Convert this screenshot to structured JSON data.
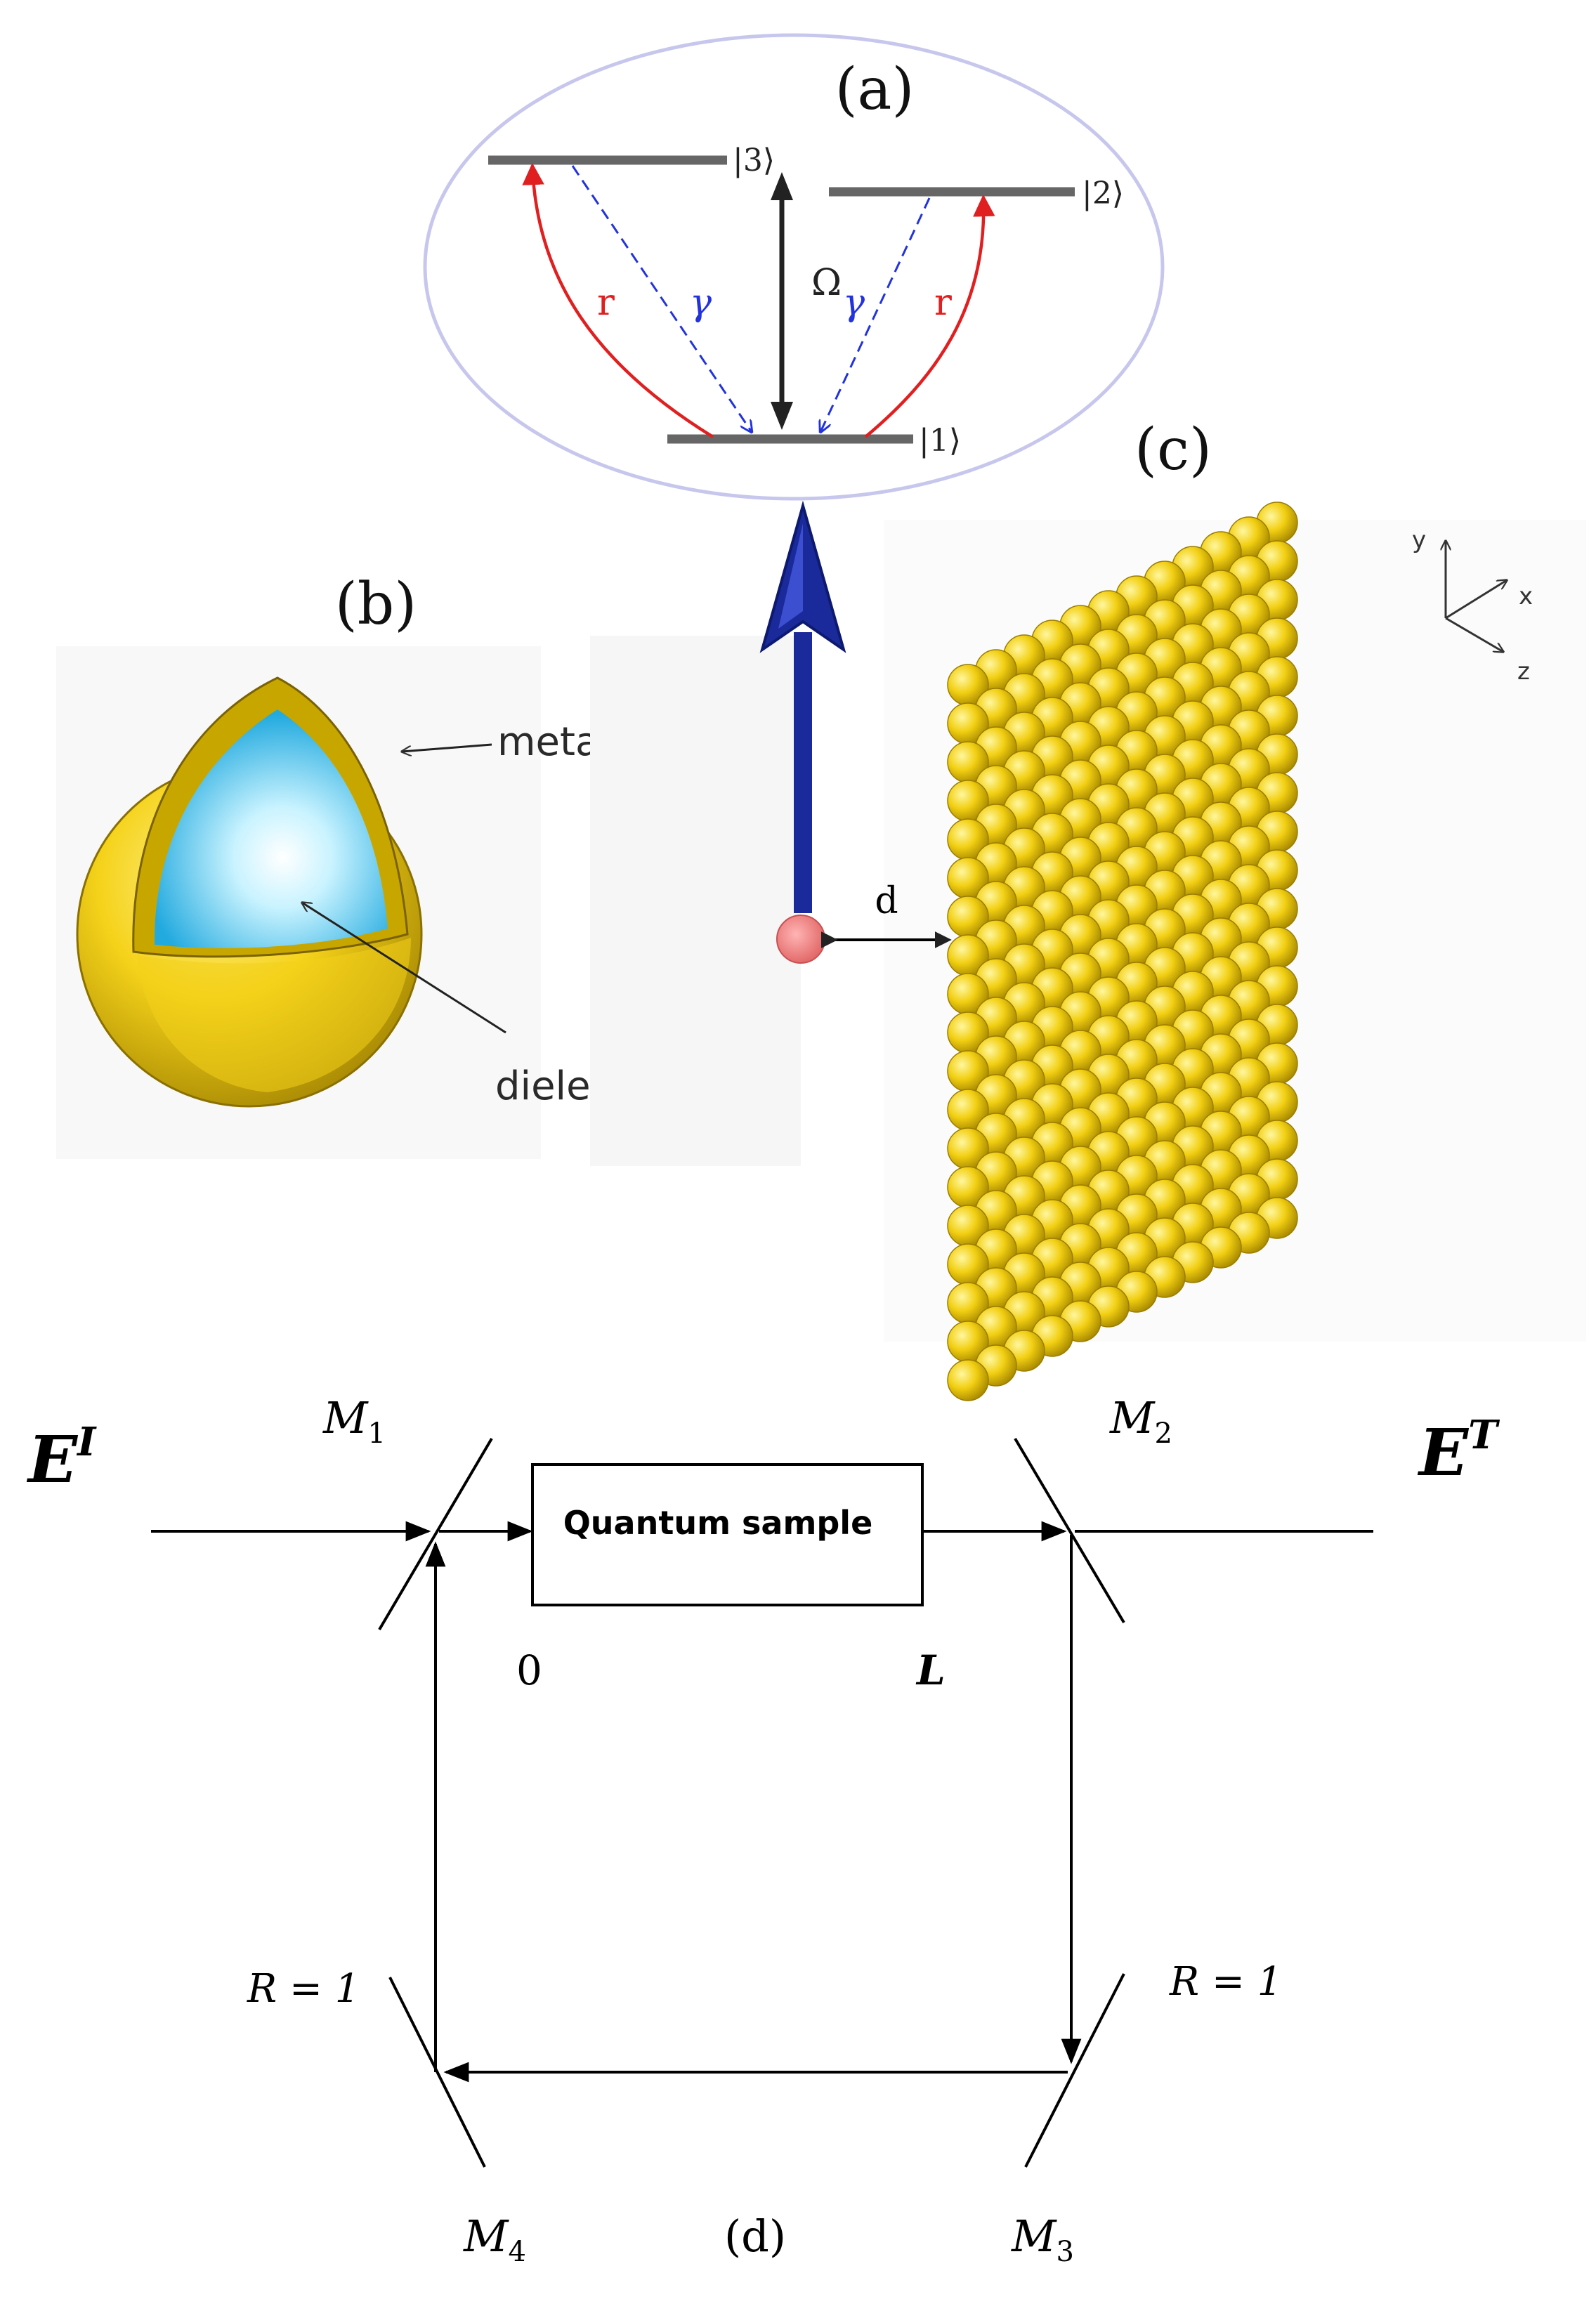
{
  "panels": {
    "a": {
      "label": "(a)",
      "levels": {
        "three": "|3⟩",
        "two": "|2⟩",
        "one": "|1⟩"
      },
      "omega": "Ω",
      "r_left": "r",
      "r_right": "r",
      "gamma_left": "γ",
      "gamma_right": "γ"
    },
    "b": {
      "label": "(b)",
      "shell_label": "metallic shell",
      "core_label": "dielectric core"
    },
    "c": {
      "label": "(c)",
      "distance": "d",
      "axes": {
        "y": "y",
        "x": "x",
        "z": "z"
      }
    },
    "d": {
      "label": "(d)",
      "input_field": "E",
      "input_field_sup": "I",
      "output_field": "E",
      "output_field_sup": "T",
      "mirrors": {
        "m1": "M",
        "m1_sub": "1",
        "m2": "M",
        "m2_sub": "2",
        "m3": "M",
        "m3_sub": "3",
        "m4": "M",
        "m4_sub": "4"
      },
      "sample_label": "Quantum sample",
      "position_start": "0",
      "position_end": "L",
      "reflect_left": "R = 1",
      "reflect_right": "R = 1"
    }
  },
  "colors": {
    "level_gray": "#666666",
    "red_transition": "#e02020",
    "blue_decay": "#2233dd",
    "gold": "#f5d21a",
    "gold_dark": "#b89a00",
    "cyan_core": "#3cc8ee",
    "dipole_blue": "#1a2a9a",
    "dot_pink": "#f08888"
  }
}
